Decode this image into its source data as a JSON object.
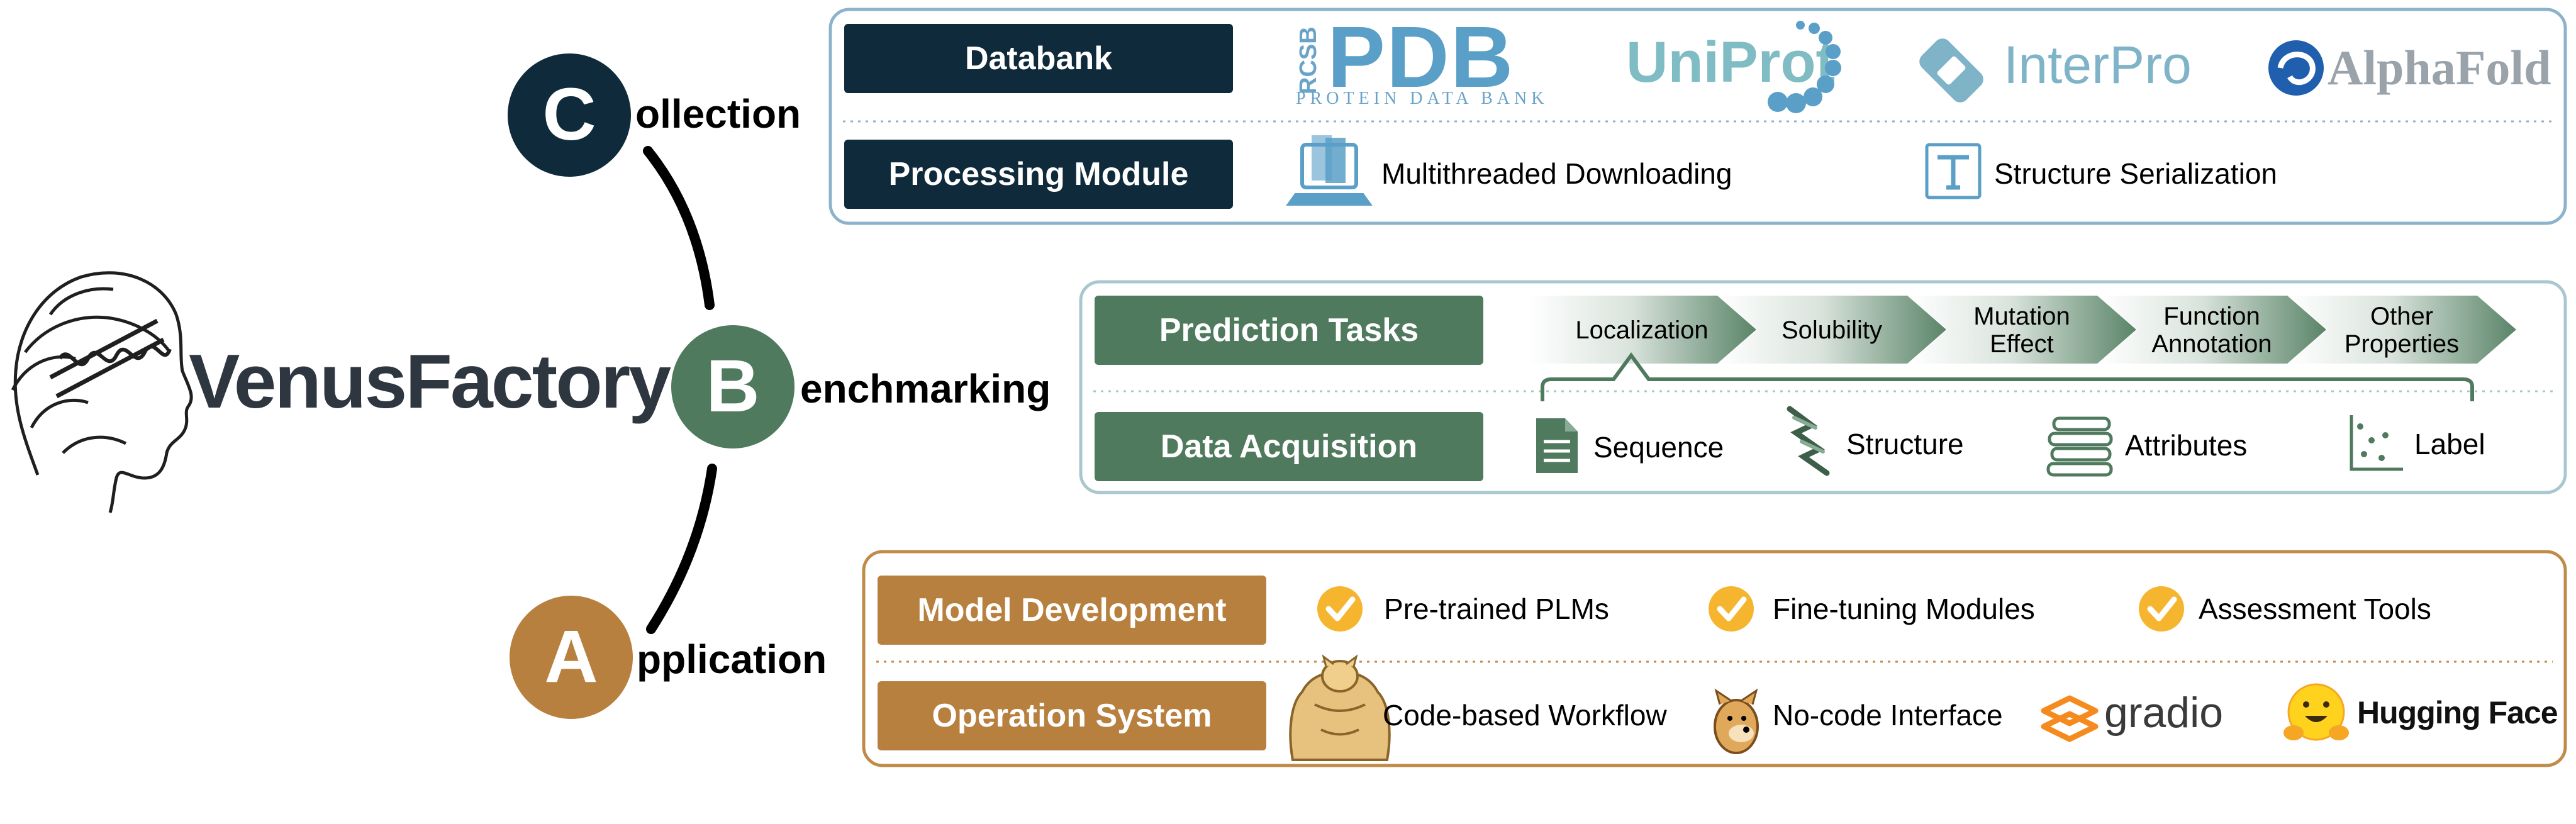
{
  "brand": {
    "name": "VenusFactory"
  },
  "colors": {
    "collection": "#0f2a3a",
    "benchmarking": "#4f7a5e",
    "application": "#b8803f",
    "collection_border": "#8db3cc",
    "benchmarking_border": "#a9c7cf",
    "application_border": "#c08a48"
  },
  "stages": {
    "collection": {
      "letter": "C",
      "rest": "ollection"
    },
    "benchmarking": {
      "letter": "B",
      "rest": "enchmarking"
    },
    "application": {
      "letter": "A",
      "rest": "pplication"
    }
  },
  "collection": {
    "databank_label": "Databank",
    "processing_label": "Processing Module",
    "logos": {
      "rcsb": "RCSB",
      "pdb": "PDB",
      "pdb_sub": "PROTEIN DATA BANK",
      "uniprot": "UniProt",
      "interpro": "InterPro",
      "alphafold": "AlphaFold"
    },
    "processing_items": [
      "Multithreaded Downloading",
      "Structure Serialization"
    ]
  },
  "benchmarking": {
    "prediction_label": "Prediction Tasks",
    "acquisition_label": "Data Acquisition",
    "tasks": [
      [
        "Localization"
      ],
      [
        "Solubility"
      ],
      [
        "Mutation",
        "Effect"
      ],
      [
        "Function",
        "Annotation"
      ],
      [
        "Other",
        "Properties"
      ]
    ],
    "acquisition_items": [
      "Sequence",
      "Structure",
      "Attributes",
      "Label"
    ]
  },
  "application": {
    "model_label": "Model Development",
    "os_label": "Operation System",
    "model_items": [
      "Pre-trained PLMs",
      "Fine-tuning Modules",
      "Assessment Tools"
    ],
    "os_items": [
      "Code-based Workflow",
      "No-code Interface"
    ],
    "logos": {
      "gradio": "gradio",
      "huggingface": "Hugging Face"
    }
  },
  "icons": {
    "check": "check-circle-icon",
    "download": "download-stack-icon",
    "serialize": "text-t-icon",
    "sequence": "document-icon",
    "structure": "helix-icon",
    "attributes": "book-stack-icon",
    "label": "scatter-icon",
    "muscle_doge": "muscle-doge-icon",
    "cheems": "cheems-doge-icon"
  }
}
